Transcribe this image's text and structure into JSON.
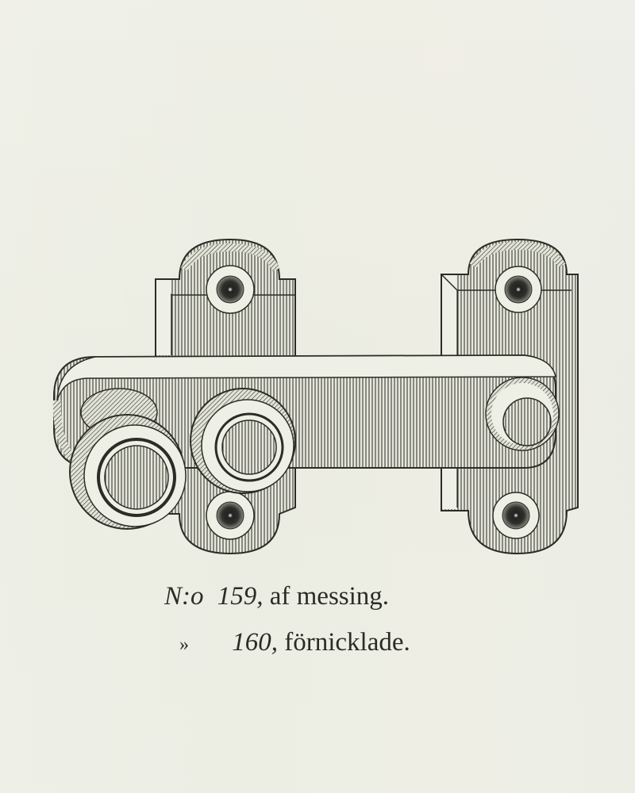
{
  "page": {
    "background": "#ecede2",
    "ink": "#2b2b27"
  },
  "illustration": {
    "subject": "door-latch-engraving",
    "description": "Engraving of a bar latch mounted on two escutcheon plates with round knobs"
  },
  "caption": {
    "lines": [
      {
        "prefix": "N:o",
        "number": "159,",
        "text": "af messing."
      },
      {
        "prefix": "»",
        "number": "160,",
        "text": "förnicklade."
      }
    ]
  }
}
